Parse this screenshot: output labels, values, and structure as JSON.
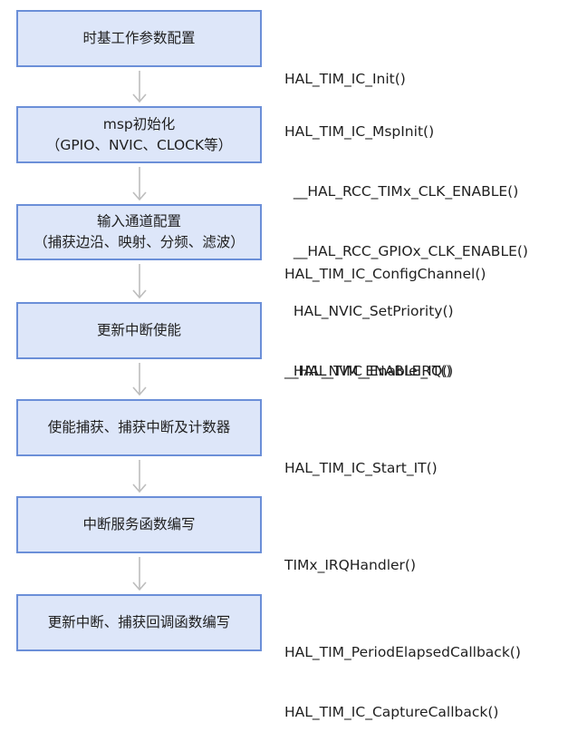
{
  "steps": [
    {
      "lines": [
        "时基工作参数配置"
      ],
      "code": [
        "HAL_TIM_IC_Init()"
      ]
    },
    {
      "lines": [
        "msp初始化",
        "（GPIO、NVIC、CLOCK等）"
      ],
      "code": [
        "HAL_TIM_IC_MspInit()",
        "  __HAL_RCC_TIMx_CLK_ENABLE()",
        "  __HAL_RCC_GPIOx_CLK_ENABLE()",
        "  HAL_NVIC_SetPriority()",
        "  HAL_NVIC_EnableIRQ()"
      ]
    },
    {
      "lines": [
        "输入通道配置",
        "（捕获边沿、映射、分频、滤波）"
      ],
      "code": [
        "HAL_TIM_IC_ConfigChannel()"
      ]
    },
    {
      "lines": [
        "更新中断使能"
      ],
      "code": [
        "__HAL_TIM_ENABLE_IT()"
      ]
    },
    {
      "lines": [
        "使能捕获、捕获中断及计数器"
      ],
      "code": [
        "HAL_TIM_IC_Start_IT()"
      ]
    },
    {
      "lines": [
        "中断服务函数编写"
      ],
      "code": [
        "TIMx_IRQHandler()"
      ]
    },
    {
      "lines": [
        "更新中断、捕获回调函数编写"
      ],
      "code": [
        "HAL_TIM_PeriodElapsedCallback()",
        "HAL_TIM_IC_CaptureCallback()"
      ]
    }
  ],
  "colors": {
    "box_fill": "#dde6f9",
    "box_border": "#6b8fd8",
    "arrow": "#bdbdbd",
    "text": "#1f1f1f"
  }
}
